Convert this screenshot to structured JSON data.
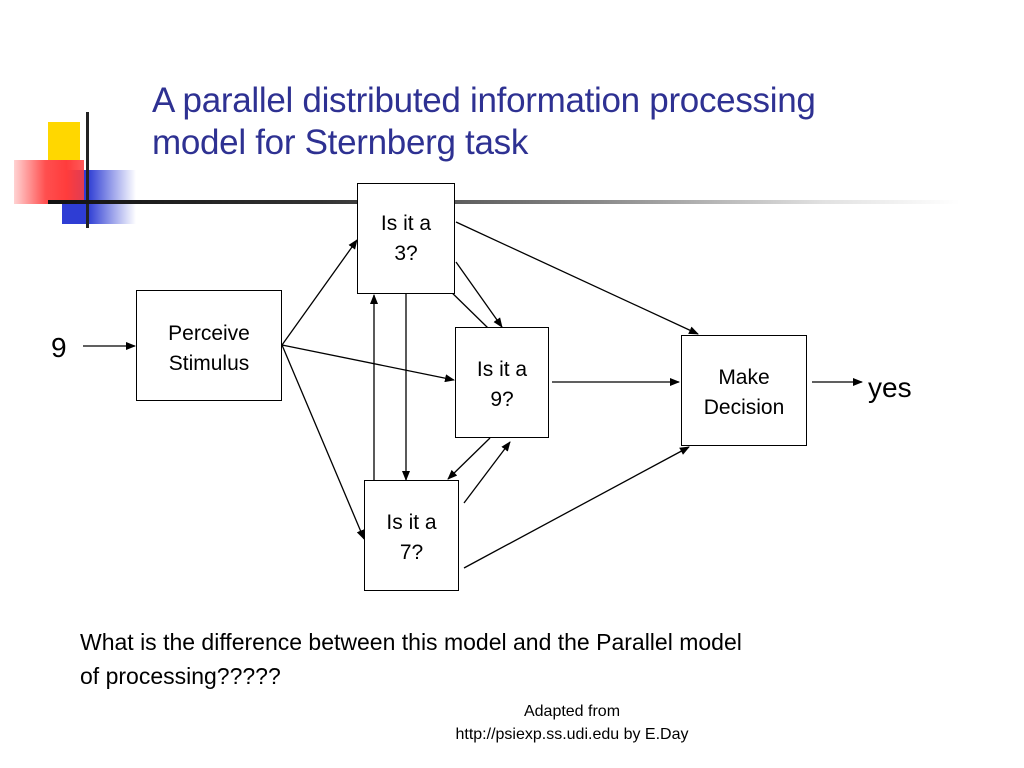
{
  "slide": {
    "title_line1": "A parallel distributed information processing",
    "title_line2": "model for Sternberg task"
  },
  "diagram": {
    "input_label": "9",
    "output_label": "yes",
    "perceive": {
      "line1": "Perceive",
      "line2": "Stimulus"
    },
    "node3": {
      "line1": "Is it a",
      "line2": "3?"
    },
    "node9": {
      "line1": "Is it a",
      "line2": "9?"
    },
    "node7": {
      "line1": "Is it a",
      "line2": "7?"
    },
    "decision": {
      "line1": "Make",
      "line2": "Decision"
    }
  },
  "question": {
    "line1": "What is the difference between this model and the Parallel model",
    "line2": "of processing?????"
  },
  "source": {
    "line1": "Adapted from",
    "line2": "http://psiexp.ss.udi.edu by E.Day"
  },
  "colors": {
    "title": "#2e3192",
    "deco_yellow": "#ffd700",
    "deco_blue": "#2e3dd4",
    "deco_red": "#ff4f4f"
  }
}
